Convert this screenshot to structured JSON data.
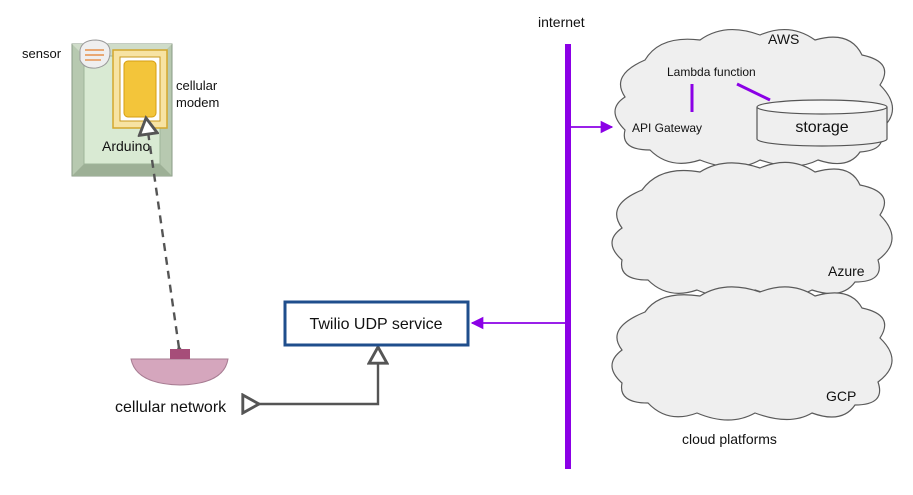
{
  "labels": {
    "sensor": "sensor",
    "cellular_modem_line1": "cellular",
    "cellular_modem_line2": "modem",
    "arduino": "Arduino",
    "cellular_network": "cellular network",
    "twilio_service": "Twilio UDP service",
    "internet": "internet",
    "aws": "AWS",
    "lambda_function": "Lambda function",
    "api_gateway": "API Gateway",
    "storage": "storage",
    "azure": "Azure",
    "gcp": "GCP",
    "cloud_platforms": "cloud platforms"
  },
  "colors": {
    "internet_line": "#8b00e6",
    "twilio_border": "#1f4e8c",
    "modem_fill": "#f3c53a",
    "board_fill": "#d9ead3",
    "dish_fill": "#d5a6bd",
    "cloud_fill": "#efefef",
    "connector_gray": "#555555"
  },
  "icons": [
    "sensor-icon",
    "cellular-modem-icon",
    "arduino-board-icon",
    "cellular-dish-icon",
    "storage-cylinder-icon",
    "cloud-icon"
  ]
}
